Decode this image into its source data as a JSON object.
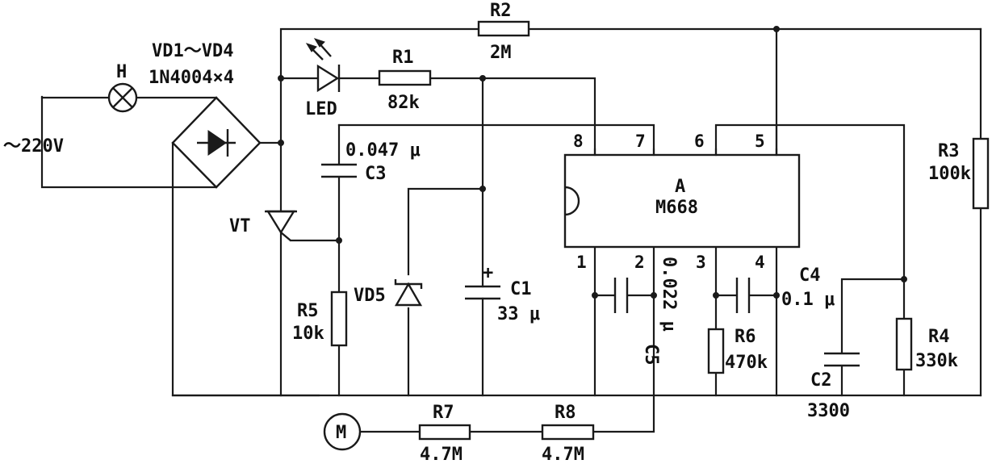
{
  "circuit": {
    "source": {
      "label": "～220V"
    },
    "lamp": {
      "label": "H"
    },
    "bridge": {
      "label": "VD1～VD4",
      "part": "1N4004×4"
    },
    "thyristor": {
      "label": "VT"
    },
    "led": {
      "label": "LED"
    },
    "ic": {
      "name": "A",
      "part": "M668",
      "pins": [
        "1",
        "2",
        "3",
        "4",
        "5",
        "6",
        "7",
        "8"
      ]
    },
    "motor": {
      "label": "M"
    },
    "zener": {
      "label": "VD5"
    },
    "resistors": {
      "R1": {
        "label": "R1",
        "value": "82k"
      },
      "R2": {
        "label": "R2",
        "value": "2M"
      },
      "R3": {
        "label": "R3",
        "value": "100k"
      },
      "R4": {
        "label": "R4",
        "value": "330k"
      },
      "R5": {
        "label": "R5",
        "value": "10k"
      },
      "R6": {
        "label": "R6",
        "value": "470k"
      },
      "R7": {
        "label": "R7",
        "value": "4.7M"
      },
      "R8": {
        "label": "R8",
        "value": "4.7M"
      }
    },
    "capacitors": {
      "C1": {
        "label": "C1",
        "value": "33 μ",
        "polarity": "+"
      },
      "C2": {
        "label": "C2",
        "value": "3300"
      },
      "C3": {
        "label": "C3",
        "value": "0.047 μ"
      },
      "C4": {
        "label": "C4",
        "value": "0.1 μ"
      },
      "C5": {
        "label": "C5",
        "value": "0.022 μ"
      }
    }
  }
}
